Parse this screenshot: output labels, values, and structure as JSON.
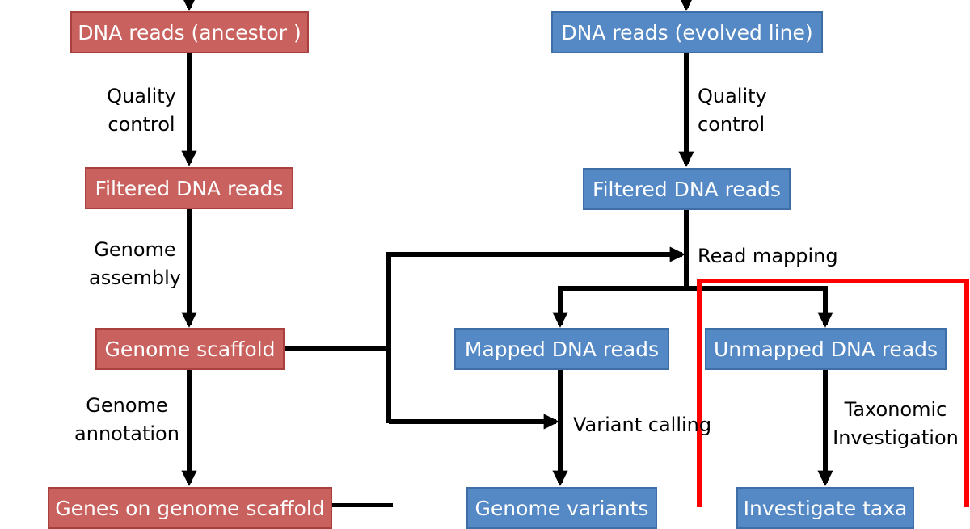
{
  "nodes": {
    "dna_reads_ancestor": "DNA reads (ancestor )",
    "dna_reads_evolved": "DNA reads (evolved  line)",
    "filtered_reads_left": "Filtered DNA reads",
    "filtered_reads_right": "Filtered DNA reads",
    "genome_scaffold": "Genome scaffold",
    "mapped_reads": "Mapped DNA reads",
    "unmapped_reads": "Unmapped DNA reads",
    "genes_on_scaffold": "Genes on genome scaffold",
    "genome_variants": "Genome variants",
    "investigate_taxa": "Investigate taxa"
  },
  "edge_labels": {
    "qc_left": [
      "Quality",
      "control"
    ],
    "qc_right": [
      "Quality",
      "control"
    ],
    "assembly": [
      "Genome",
      "assembly"
    ],
    "annotation": [
      "Genome",
      "annotation"
    ],
    "read_mapping": "Read mapping",
    "variant_calling": "Variant calling",
    "taxonomic": [
      "Taxonomic",
      "Investigation"
    ]
  },
  "colors": {
    "ancestor_box": "#c9625f",
    "evolved_box": "#5489c6",
    "arrow": "#000000",
    "highlight": "#ff0000"
  }
}
